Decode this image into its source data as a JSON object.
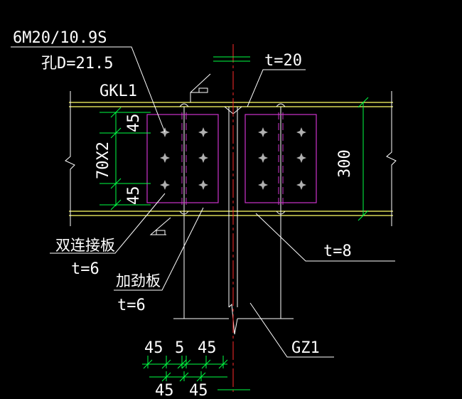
{
  "colors": {
    "background": "#000000",
    "beam": "#ffff66",
    "plate": "#cc33cc",
    "dimension": "#00ff44",
    "centerline": "#ff2a2a",
    "leader": "#ffffff",
    "bolt": "#b0b0b0"
  },
  "labels": {
    "bolt_spec": "6M20/10.9S",
    "hole_dia": "孔D=21.5",
    "beam_name": "GKL1",
    "flange_thk": "t=20",
    "double_plate": "双连接板",
    "double_plate_thk": "t=6",
    "stiffener": "加劲板",
    "stiffener_thk": "t=6",
    "web_thk": "t=8",
    "column_name": "GZ1"
  },
  "dimensions": {
    "edge_top": "45",
    "pitch": "70X2",
    "edge_bottom": "45",
    "beam_depth": "300",
    "bottom_row": [
      "45",
      "5",
      "45"
    ],
    "bottom_row2": [
      "45",
      "45"
    ]
  }
}
